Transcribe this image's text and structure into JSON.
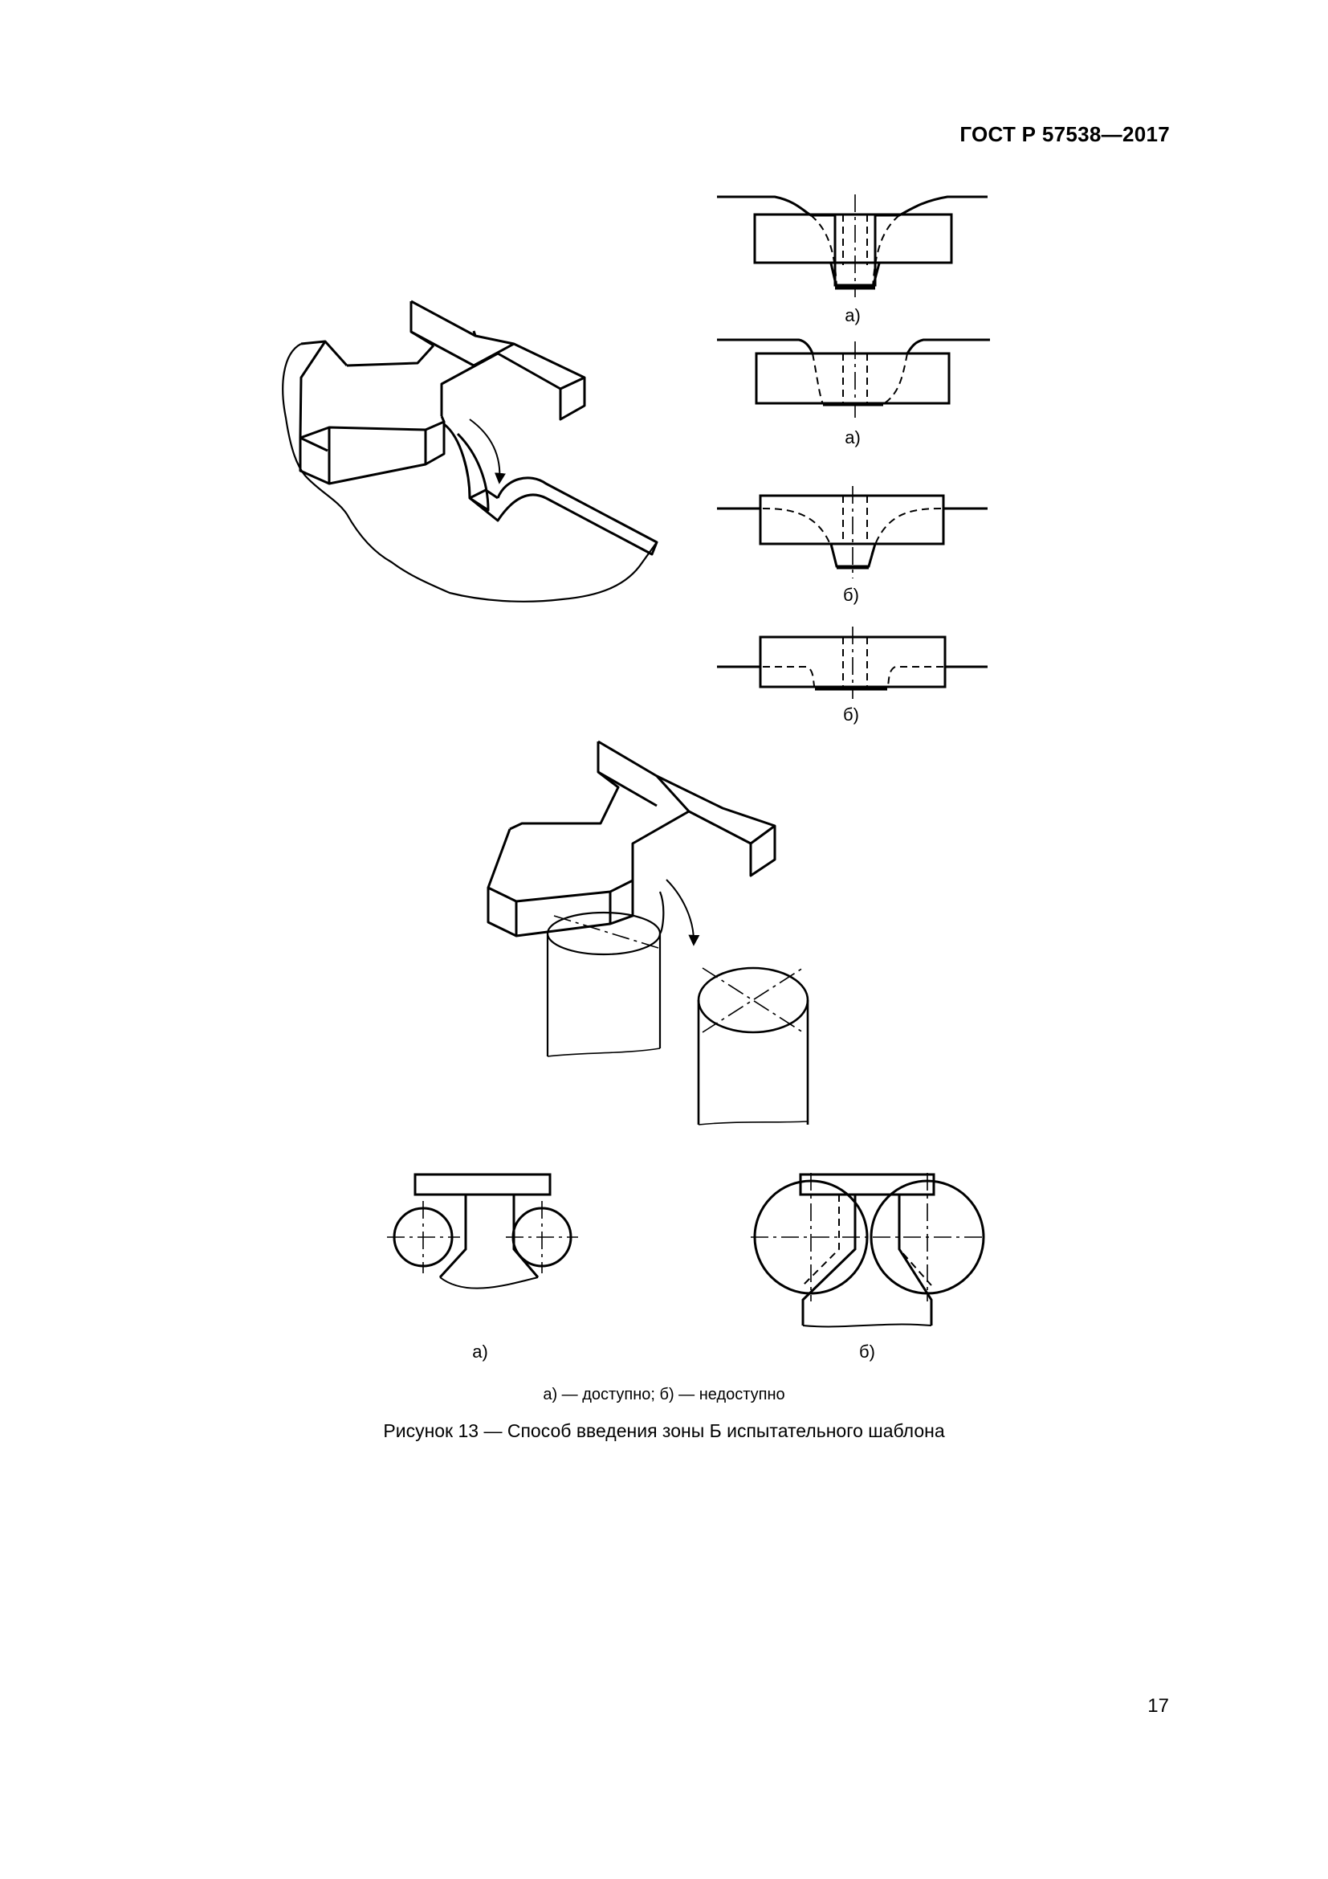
{
  "header": {
    "standard_code": "ГОСТ Р 57538—2017"
  },
  "figure": {
    "labels": {
      "view_a_1": "а)",
      "view_a_2": "а)",
      "view_b_1": "б)",
      "view_b_2": "б)",
      "bottom_a": "а)",
      "bottom_b": "б)"
    },
    "legend": "а) — доступно; б) — недоступно",
    "caption": "Рисунок 13 — Способ введения зоны Б испытательного шаблона"
  },
  "footer": {
    "page_number": "17"
  }
}
